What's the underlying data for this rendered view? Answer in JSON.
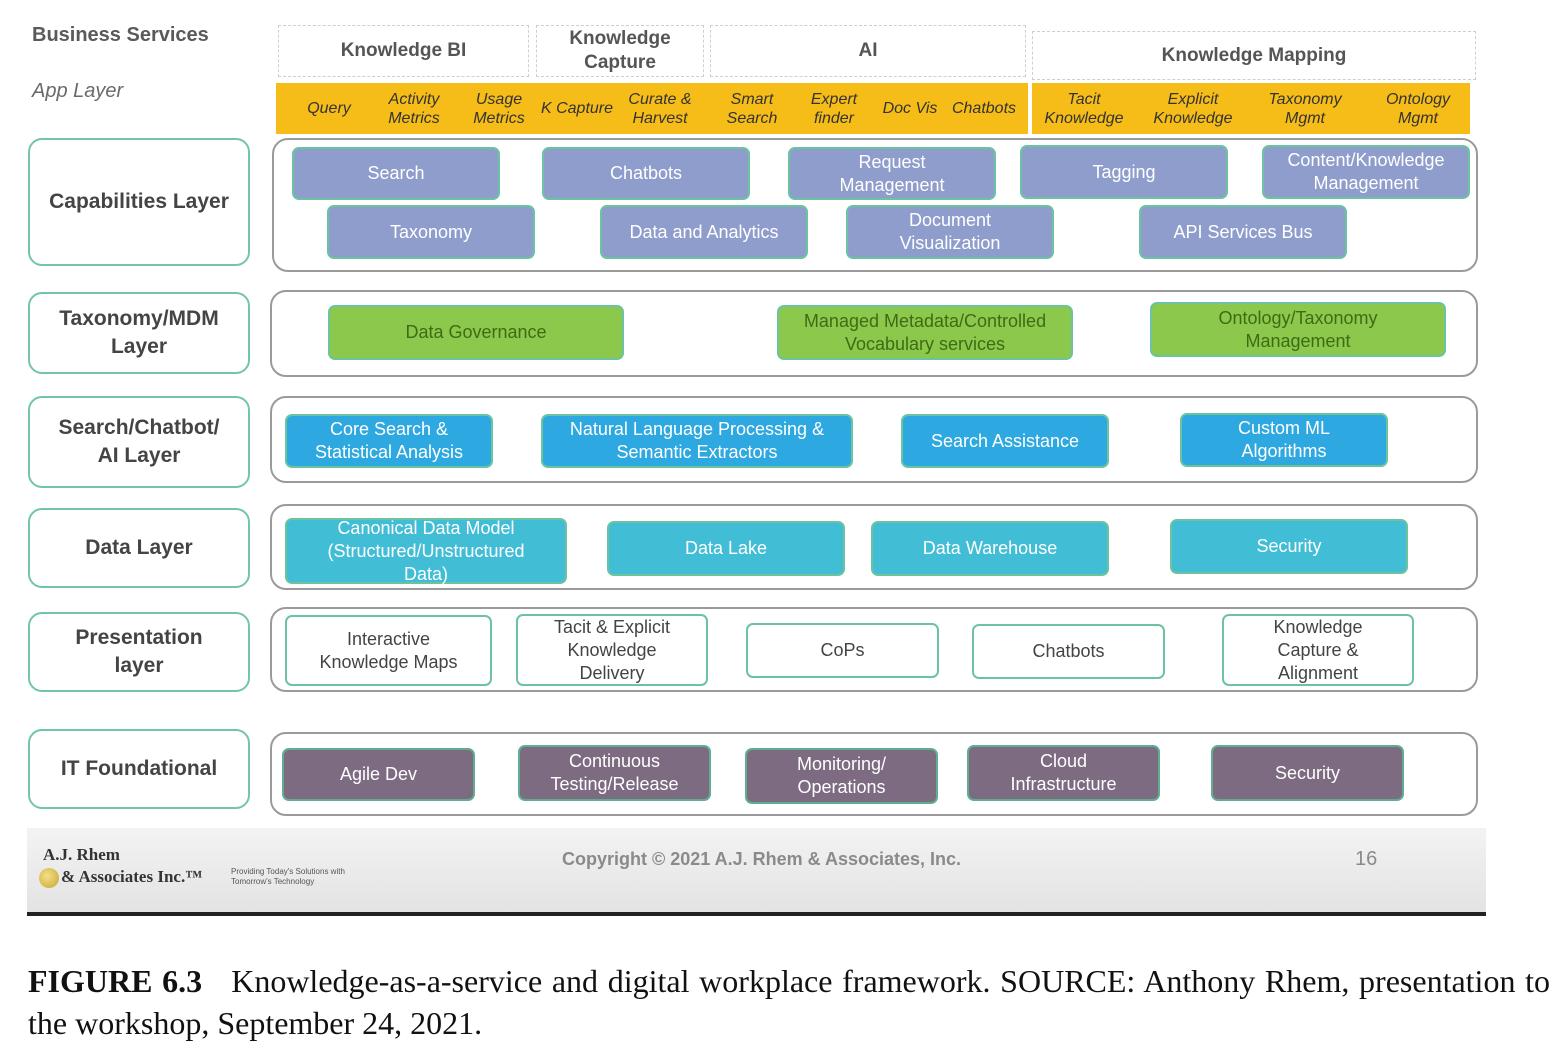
{
  "left_labels": {
    "business_services": "Business Services",
    "app_layer": "App Layer"
  },
  "business_services": [
    "Knowledge BI",
    "Knowledge Capture",
    "AI",
    "Knowledge Mapping"
  ],
  "app_items": [
    "Query",
    "Activity Metrics",
    "Usage Metrics",
    "K Capture",
    "Curate & Harvest",
    "Smart Search",
    "Expert finder",
    "Doc Vis",
    "Chatbots",
    "Tacit Knowledge",
    "Explicit Knowledge",
    "Taxonomy Mgmt",
    "Ontology Mgmt"
  ],
  "layers": {
    "capabilities": {
      "label": "Capabilities Layer",
      "items": [
        "Search",
        "Chatbots",
        "Request Management",
        "Tagging",
        "Content/Knowledge Management",
        "Taxonomy",
        "Data and Analytics",
        "Document Visualization",
        "API Services Bus"
      ]
    },
    "taxonomy": {
      "label": "Taxonomy/MDM Layer",
      "items": [
        "Data Governance",
        "Managed Metadata/Controlled Vocabulary services",
        "Ontology/Taxonomy Management"
      ]
    },
    "search": {
      "label": "Search/Chatbot/ AI Layer",
      "items": [
        "Core Search & Statistical Analysis",
        "Natural Language Processing & Semantic Extractors",
        "Search Assistance",
        "Custom ML Algorithms"
      ]
    },
    "data": {
      "label": "Data Layer",
      "items": [
        "Canonical Data Model (Structured/Unstructured Data)",
        "Data Lake",
        "Data Warehouse",
        "Security"
      ]
    },
    "presentation": {
      "label": "Presentation layer",
      "items": [
        "Interactive Knowledge Maps",
        "Tacit & Explicit Knowledge Delivery",
        "CoPs",
        "Chatbots",
        "Knowledge Capture & Alignment"
      ]
    },
    "it": {
      "label": "IT Foundational",
      "items": [
        "Agile Dev",
        "Continuous Testing/Release",
        "Monitoring/ Operations",
        "Cloud Infrastructure",
        "Security"
      ]
    }
  },
  "footer": {
    "logo_line1": "A.J. Rhem",
    "logo_line2": "& Associates Inc.™",
    "tagline": "Providing Today's Solutions with Tomorrow's Technology",
    "copyright": "Copyright © 2021 A.J. Rhem & Associates, Inc.",
    "page_number": "16"
  },
  "caption": {
    "figure_label": "FIGURE 6.3",
    "text": "Knowledge-as-a-service and digital workplace framework. SOURCE: Anthony Rhem, presentation to the workshop, September 24, 2021."
  }
}
